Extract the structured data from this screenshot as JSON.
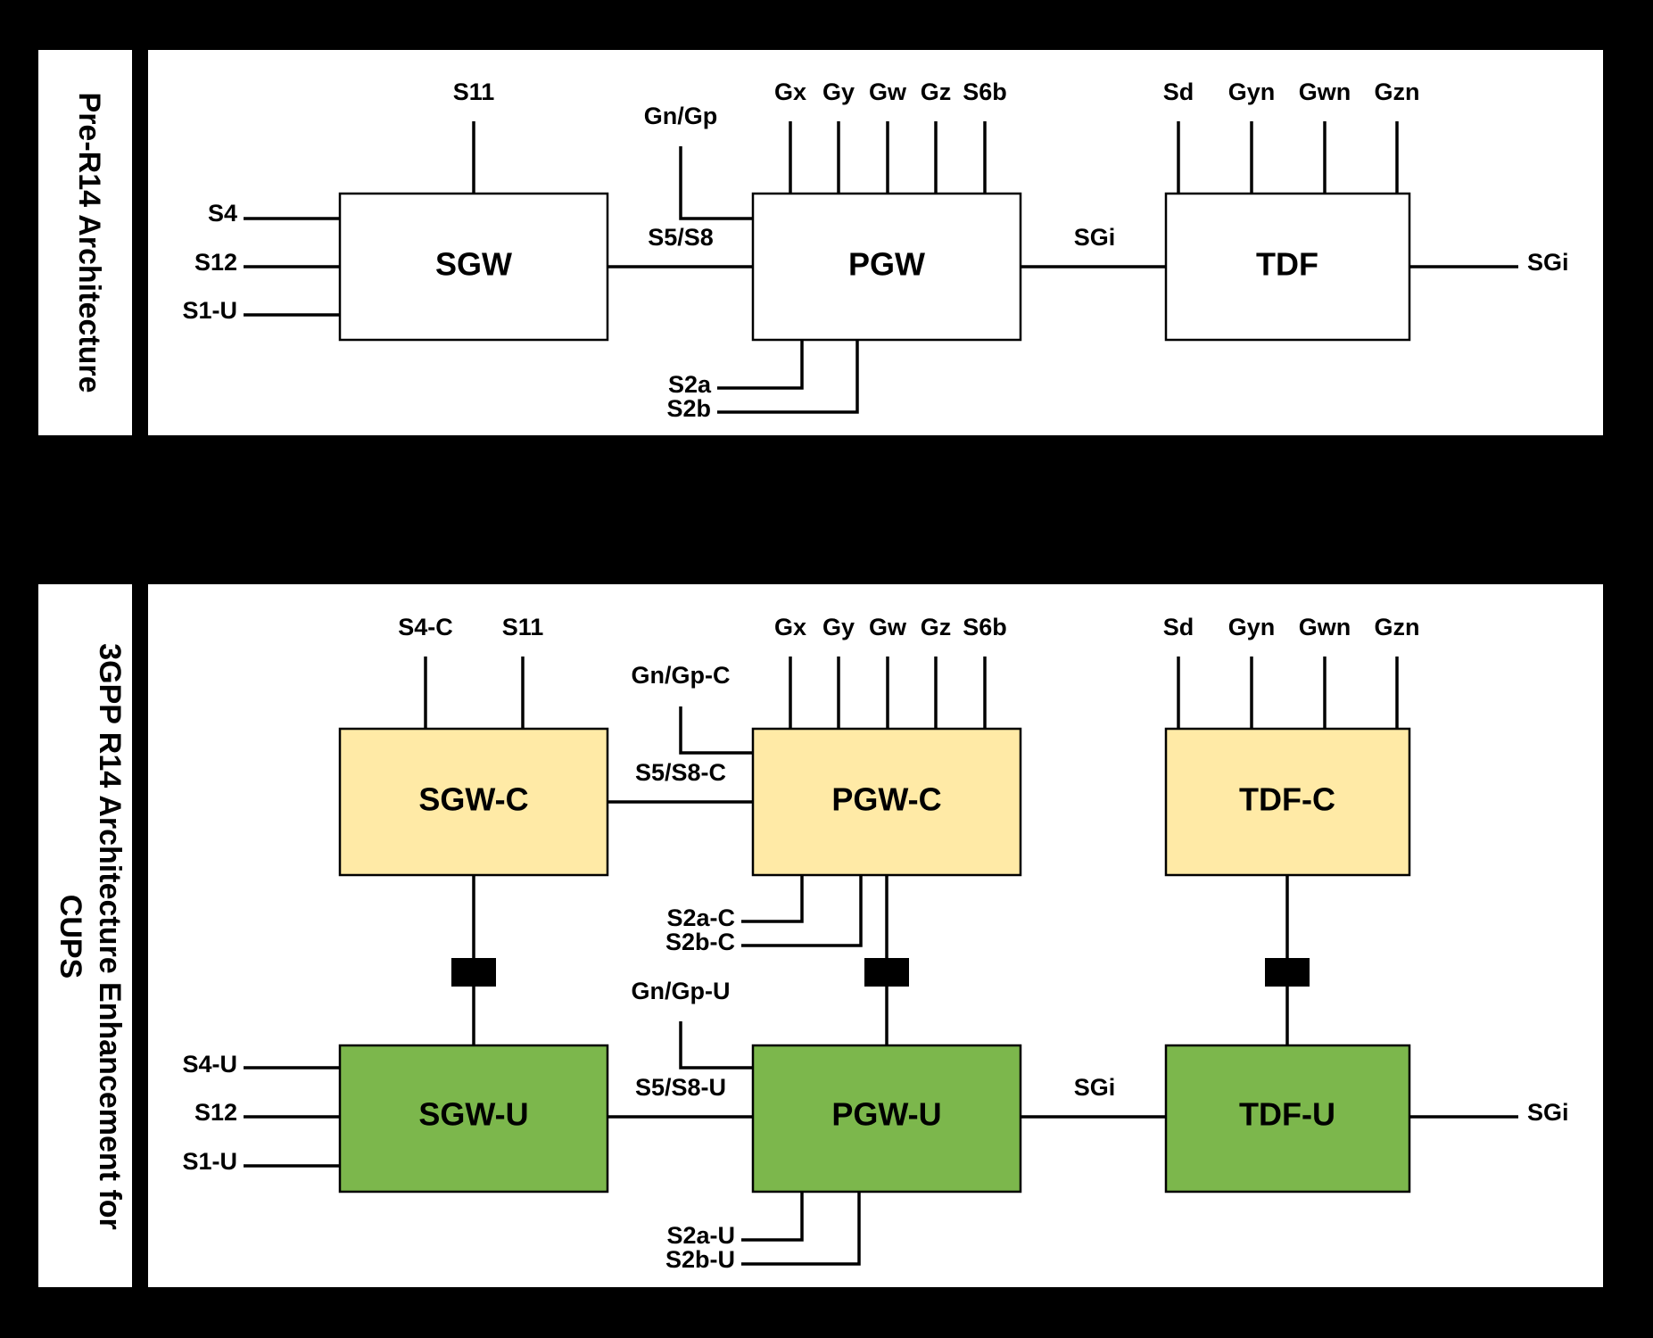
{
  "sections": {
    "top_title": "Pre-R14 Architecture",
    "bottom_title_line1": "3GPP R14 Architecture Enhancement for",
    "bottom_title_line2": "CUPS"
  },
  "colors": {
    "background": "#000000",
    "panel": "#ffffff",
    "control_plane_box": "#ffeaa6",
    "user_plane_box": "#7cb74c",
    "plain_box": "#ffffff"
  },
  "top": {
    "sgw": "SGW",
    "pgw": "PGW",
    "tdf": "TDF",
    "s11": "S11",
    "s4": "S4",
    "s12": "S12",
    "s1u": "S1-U",
    "gngp": "Gn/Gp",
    "s5s8": "S5/S8",
    "gx": "Gx",
    "gy": "Gy",
    "gw": "Gw",
    "gz": "Gz",
    "s6b": "S6b",
    "sgi_mid": "SGi",
    "s2a": "S2a",
    "s2b": "S2b",
    "sd": "Sd",
    "gyn": "Gyn",
    "gwn": "Gwn",
    "gzn": "Gzn",
    "sgi_right": "SGi"
  },
  "bottom": {
    "sgwc": "SGW-C",
    "pgwc": "PGW-C",
    "tdfc": "TDF-C",
    "sgwu": "SGW-U",
    "pgwu": "PGW-U",
    "tdfu": "TDF-U",
    "s4c": "S4-C",
    "s11": "S11",
    "gngpc": "Gn/Gp-C",
    "s5s8c": "S5/S8-C",
    "gx": "Gx",
    "gy": "Gy",
    "gw": "Gw",
    "gz": "Gz",
    "s6b": "S6b",
    "sd": "Sd",
    "gyn": "Gyn",
    "gwn": "Gwn",
    "gzn": "Gzn",
    "s2ac": "S2a-C",
    "s2bc": "S2b-C",
    "gngpu": "Gn/Gp-U",
    "s4u": "S4-U",
    "s12": "S12",
    "s1u": "S1-U",
    "s5s8u": "S5/S8-U",
    "sgi_mid": "SGi",
    "sgi_right": "SGi",
    "s2au": "S2a-U",
    "s2bu": "S2b-U"
  }
}
